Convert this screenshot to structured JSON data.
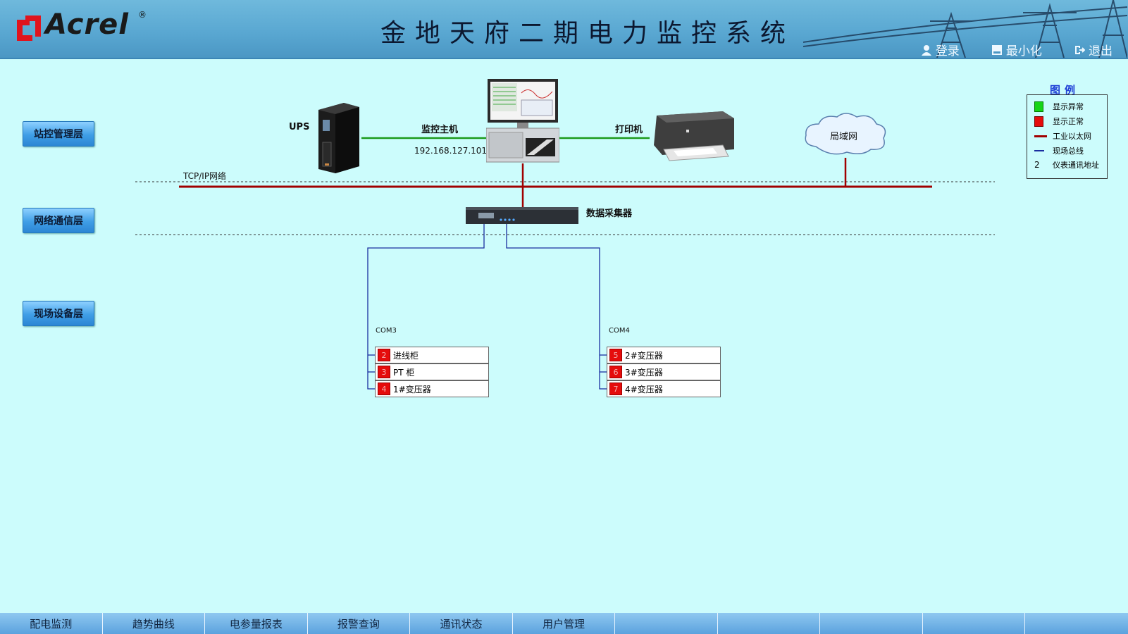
{
  "header": {
    "logo_text": "Acrel",
    "logo_reg": "®",
    "title": "金地天府二期电力监控系统",
    "buttons": [
      {
        "label": "登录",
        "icon": "user-icon"
      },
      {
        "label": "最小化",
        "icon": "minimize-icon"
      },
      {
        "label": "退出",
        "icon": "exit-icon"
      }
    ]
  },
  "layers": [
    "站控管理层",
    "网络通信层",
    "现场设备层"
  ],
  "topology": {
    "ups_label": "UPS",
    "host_label": "监控主机",
    "host_ip": "192.168.127.101",
    "printer_label": "打印机",
    "lan_label": "局域网",
    "tcpip_label": "TCP/IP网络",
    "collector_label": "数据采集器",
    "ports": [
      {
        "name": "COM3",
        "devices": [
          {
            "addr": "2",
            "name": "进线柜"
          },
          {
            "addr": "3",
            "name": "PT 柜"
          },
          {
            "addr": "4",
            "name": "1#变压器"
          }
        ]
      },
      {
        "name": "COM4",
        "devices": [
          {
            "addr": "5",
            "name": "2#变压器"
          },
          {
            "addr": "6",
            "name": "3#变压器"
          },
          {
            "addr": "7",
            "name": "4#变压器"
          }
        ]
      }
    ]
  },
  "legend": {
    "title": "图例",
    "items": [
      {
        "symbol": "green-square",
        "label": "显示异常",
        "color": "#16d416"
      },
      {
        "symbol": "red-square",
        "label": "显示正常",
        "color": "#e50c0c"
      },
      {
        "symbol": "red-line",
        "label": "工业以太网",
        "color": "#a00000"
      },
      {
        "symbol": "blue-line",
        "label": "现场总线",
        "color": "#1a2ea0"
      },
      {
        "symbol": "2",
        "label": "仪表通讯地址"
      }
    ]
  },
  "nav": [
    "配电监测",
    "趋势曲线",
    "电参量报表",
    "报警查询",
    "通讯状态",
    "用户管理",
    "",
    "",
    "",
    "",
    ""
  ],
  "colors": {
    "background": "#ccfcfc",
    "ethernet": "#a00000",
    "fieldbus": "#1a2ea0",
    "link_green": "#1a9a1a",
    "status_red": "#e50c0c"
  }
}
